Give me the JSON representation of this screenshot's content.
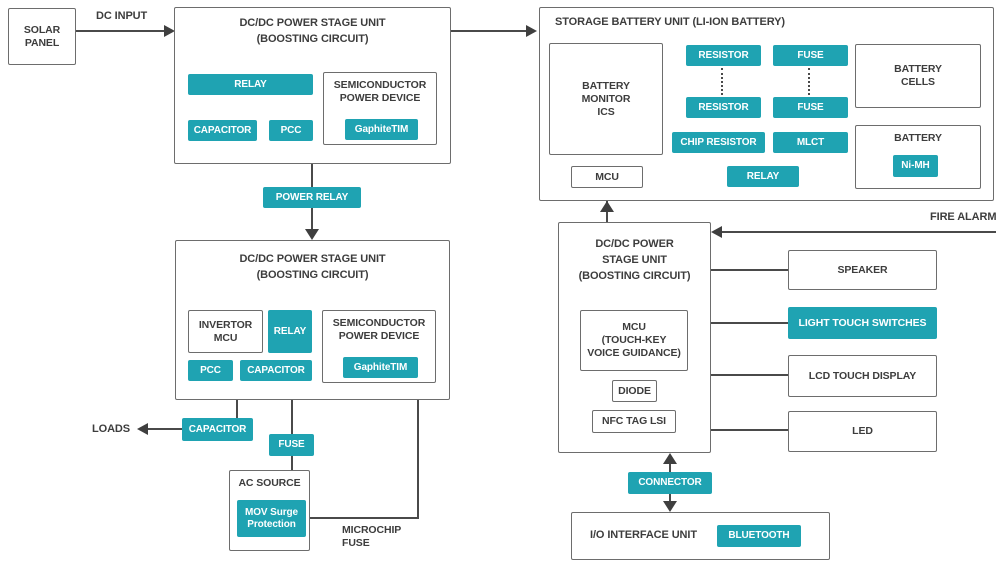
{
  "colors": {
    "accent_teal": "#1fa3b2",
    "box_border": "#6d6d6d",
    "connector_line": "#4a4a4a",
    "text": "#3d3d3d",
    "chip_text": "#ffffff"
  },
  "solar_panel": {
    "lines": [
      "SOLAR",
      "PANEL"
    ]
  },
  "dc_input_label": "DC INPUT",
  "power_relay_label": "POWER RELAY",
  "loads_label": "LOADS",
  "fire_alarm_label": "FIRE ALARM",
  "microchip_fuse": {
    "lines": [
      "MICROCHIP",
      "FUSE"
    ]
  },
  "unit1": {
    "title": "DC/DC POWER STAGE UNIT",
    "subtitle": "(BOOSTING CIRCUIT)",
    "relay": "RELAY",
    "capacitor": "CAPACITOR",
    "pcc": "PCC",
    "semiconductor_title": "SEMICONDUCTOR POWER DEVICE",
    "graphite": "GaphiteTIM"
  },
  "unit2": {
    "title": "DC/DC POWER STAGE UNIT",
    "subtitle": "(BOOSTING CIRCUIT)",
    "invertor_mcu": "INVERTOR MCU",
    "relay": "RELAY",
    "pcc": "PCC",
    "capacitor": "CAPACITOR",
    "semiconductor_title": "SEMICONDUCTOR POWER DEVICE",
    "graphite": "GaphiteTIM"
  },
  "output_capacitor": "CAPACITOR",
  "output_fuse": "FUSE",
  "ac_source": {
    "title": "AC SOURCE",
    "mov": "MOV Surge Protection"
  },
  "storage": {
    "title": "STORAGE BATTERY UNIT (LI-ION BATTERY)",
    "battery_monitor_lines": [
      "BATTERY",
      "MONITOR",
      "ICS"
    ],
    "mcu": "MCU",
    "resistor_top": "RESISTOR",
    "resistor_bottom": "RESISTOR",
    "fuse_top": "FUSE",
    "fuse_bottom": "FUSE",
    "chip_resistor": "CHIP RESISTOR",
    "mlct": "MLCT",
    "relay": "RELAY",
    "battery_cells_lines": [
      "BATTERY",
      "CELLS"
    ],
    "battery_title": "BATTERY",
    "nimh": "Ni-MH"
  },
  "unit3": {
    "title_lines": [
      "DC/DC POWER",
      "STAGE UNIT",
      "(BOOSTING CIRCUIT)"
    ],
    "mcu_lines": [
      "MCU",
      "(TOUCH-KEY",
      "VOICE GUIDANCE)"
    ],
    "diode": "DIODE",
    "nfc": "NFC TAG LSI"
  },
  "peripherals": {
    "speaker": "SPEAKER",
    "light_touch_switches": "LIGHT TOUCH SWITCHES",
    "lcd_touch_display": "LCD TOUCH DISPLAY",
    "led": "LED"
  },
  "connector_label": "CONNECTOR",
  "io_unit": {
    "title": "I/O INTERFACE UNIT",
    "bluetooth": "BLUETOOTH"
  }
}
